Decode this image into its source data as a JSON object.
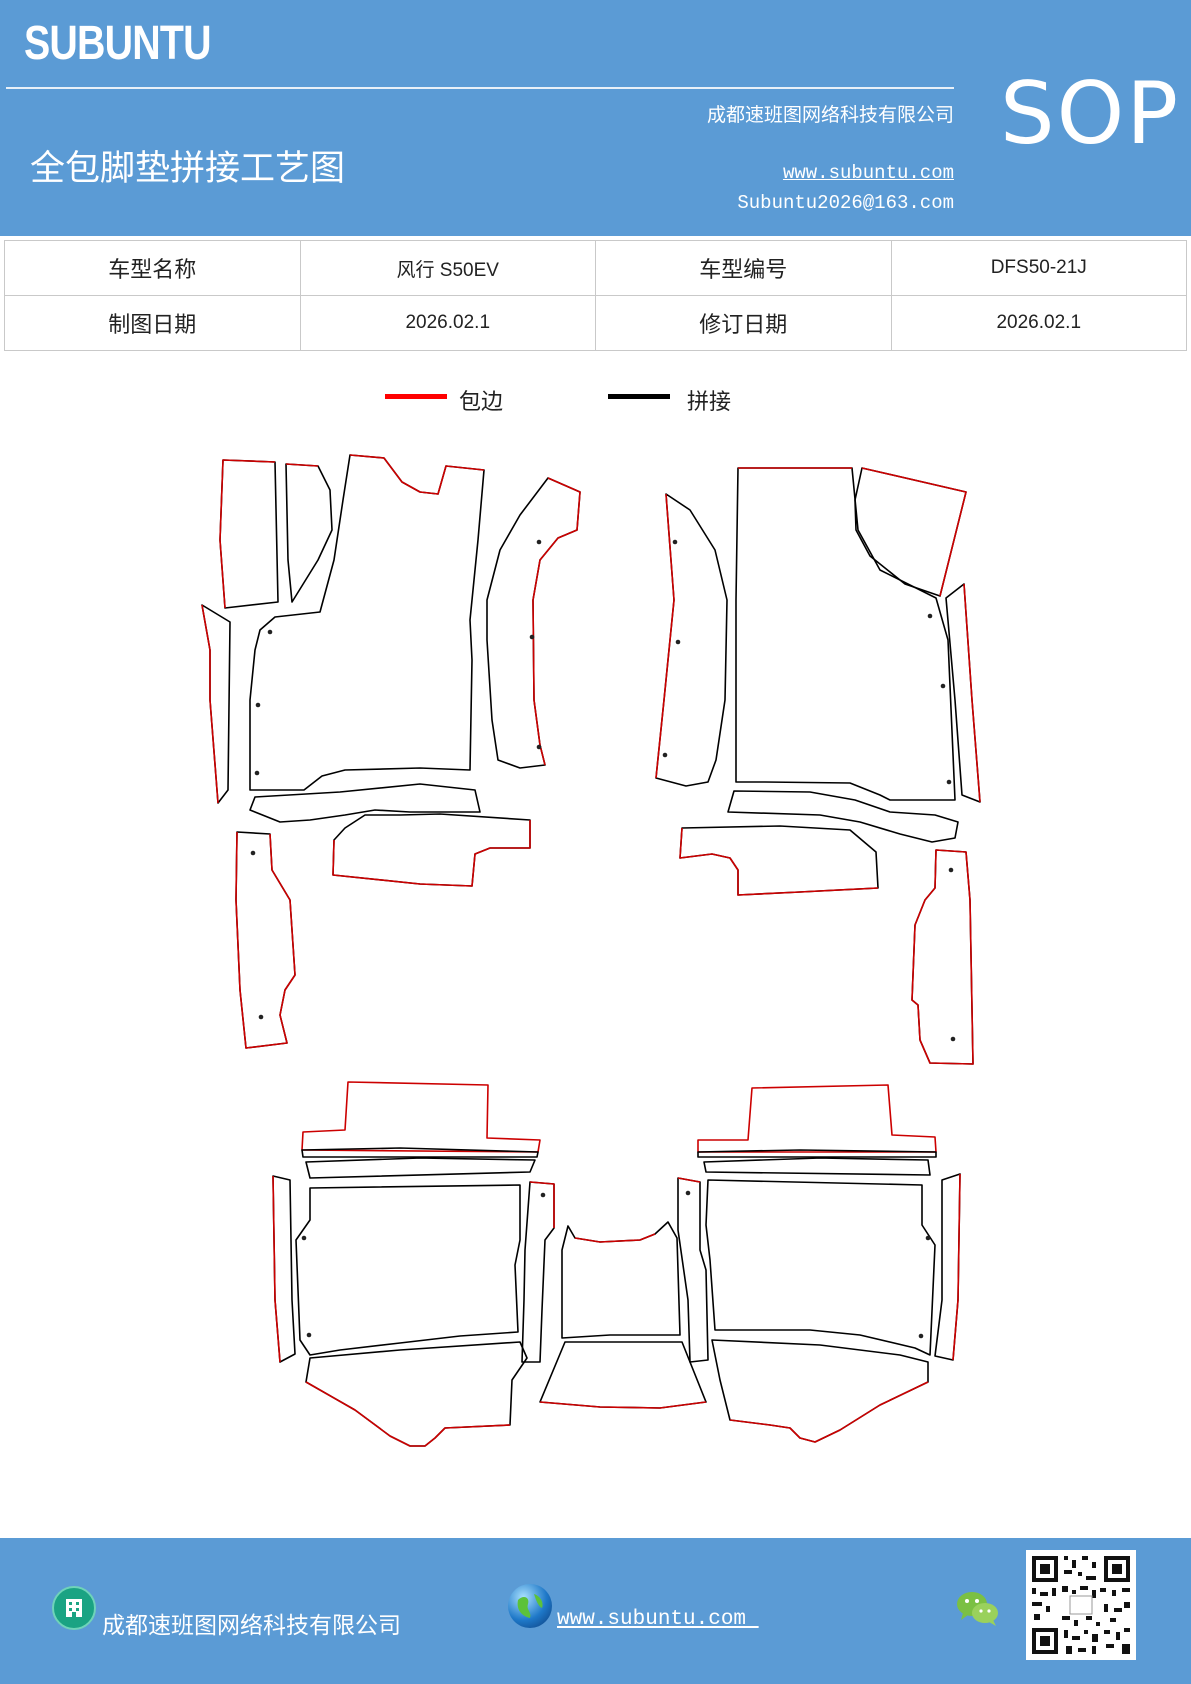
{
  "header": {
    "brand": "SUBUNTU",
    "company": "成都速班图网络科技有限公司",
    "title": "全包脚垫拼接工艺图",
    "website": "www.subuntu.com",
    "email": "Subuntu2026@163.com",
    "badge": "SOP"
  },
  "info_table": {
    "model_name_label": "车型名称",
    "model_name_value": "风行 S50EV",
    "model_code_label": "车型编号",
    "model_code_value": "DFS50-21J",
    "draw_date_label": "制图日期",
    "draw_date_value": "2026.02.1",
    "revise_date_label": "修订日期",
    "revise_date_value": "2026.02.1"
  },
  "legend": {
    "edge_label": "包边",
    "edge_color": "#ff0000",
    "seam_label": "拼接",
    "seam_color": "#000000"
  },
  "footer": {
    "company": "成都速班图网络科技有限公司",
    "website": "www.subuntu.com ",
    "icons": [
      "building-icon",
      "globe-icon",
      "wechat-icon",
      "qr-code"
    ]
  }
}
